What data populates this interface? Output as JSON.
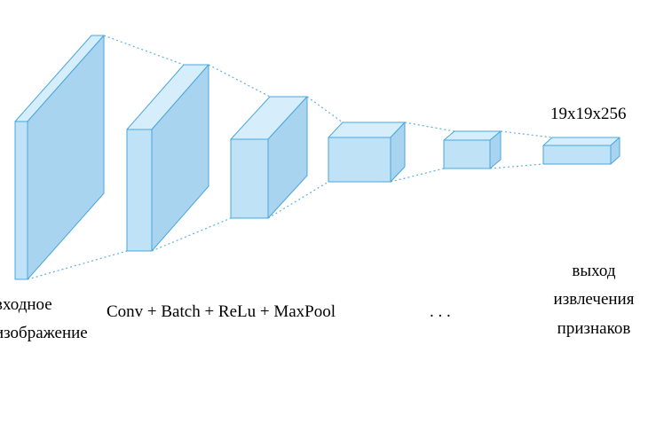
{
  "labels": {
    "input_line1": "входное",
    "input_line2": "изображение",
    "layers": "Conv + Batch + ReLu + MaxPool",
    "ellipsis": ".   .   .",
    "output_line1": "выход",
    "output_line2": "извлечения",
    "output_line3": "признаков",
    "output_size": "19x19x256"
  },
  "colors": {
    "face": "#bfe2f7",
    "side": "#a9d4ef",
    "top": "#d6eefc",
    "edge": "#4ba6dc",
    "connector": "#5fb0e0"
  }
}
